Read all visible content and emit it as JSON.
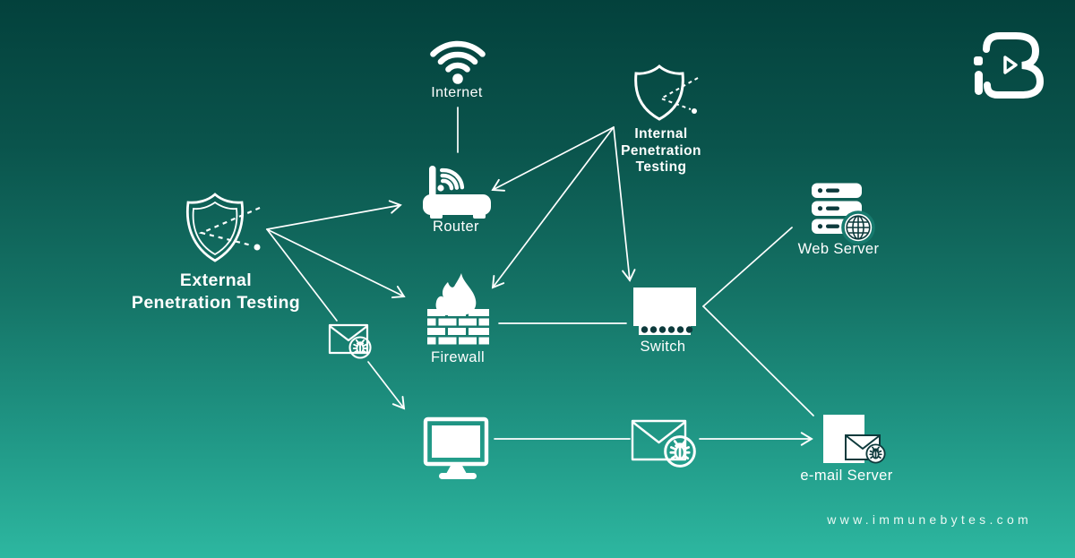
{
  "brand": {
    "logo_icon": "immunebytes-ib-monogram",
    "website": "www.immunebytes.com"
  },
  "colors": {
    "background_top": "#03413c",
    "background_bottom": "#2db7a0",
    "line": "#ffffff",
    "icon_dark": "#0d3a3c"
  },
  "nodes": {
    "internet": {
      "label": "Internet",
      "icon": "wifi-icon"
    },
    "router": {
      "label": "Router",
      "icon": "router-icon"
    },
    "internal_pentest": {
      "lines": [
        "Internal",
        "Penetration",
        "Testing"
      ],
      "icon": "shield-target-icon"
    },
    "external_pentest": {
      "lines": [
        "External",
        "Penetration Testing"
      ],
      "icon": "shield-target-icon"
    },
    "firewall": {
      "label": "Firewall",
      "icon": "firewall-brick-flame-icon"
    },
    "switch": {
      "label": "Switch",
      "icon": "network-switch-icon"
    },
    "web_server": {
      "label": "Web Server",
      "icon": "server-globe-icon"
    },
    "email_server": {
      "label": "e-mail Server",
      "icon": "server-mail-bug-icon"
    },
    "workstation": {
      "icon": "desktop-monitor-icon"
    },
    "malicious_email_1": {
      "icon": "envelope-bug-icon"
    },
    "malicious_email_2": {
      "icon": "envelope-bug-icon"
    }
  },
  "connections": [
    {
      "from": "Internet",
      "to": "Router",
      "style": "line"
    },
    {
      "from": "External Penetration Testing",
      "to": "Router",
      "style": "arrow"
    },
    {
      "from": "External Penetration Testing",
      "to": "Firewall",
      "style": "arrow"
    },
    {
      "from": "External Penetration Testing",
      "to": "Workstation",
      "style": "arrow",
      "via": "malicious email"
    },
    {
      "from": "Internal Penetration Testing",
      "to": "Router",
      "style": "arrow"
    },
    {
      "from": "Internal Penetration Testing",
      "to": "Firewall",
      "style": "arrow"
    },
    {
      "from": "Internal Penetration Testing",
      "to": "Switch",
      "style": "arrow"
    },
    {
      "from": "Firewall",
      "to": "Switch",
      "style": "line"
    },
    {
      "from": "Switch",
      "to": "Web Server",
      "style": "line"
    },
    {
      "from": "Switch",
      "to": "e-mail Server",
      "style": "line"
    },
    {
      "from": "Workstation",
      "to": "e-mail Server",
      "style": "arrow",
      "via": "malicious email"
    }
  ]
}
